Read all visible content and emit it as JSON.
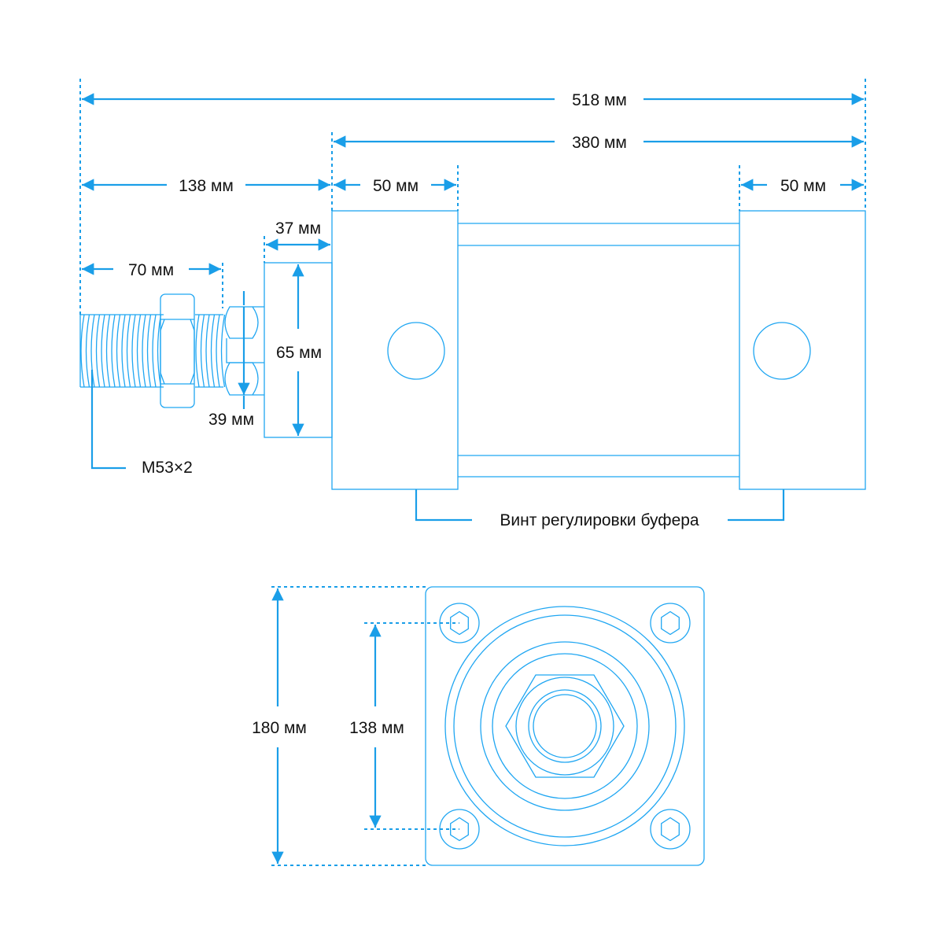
{
  "labels": {
    "overall_length": "518 мм",
    "body_length": "380 мм",
    "rod_extension": "138 мм",
    "front_cap": "50 мм",
    "rear_cap": "50 мм",
    "plate_width": "37 мм",
    "thread_length": "70 мм",
    "plate_height": "65 мм",
    "rod_diameter": "39 мм",
    "thread_spec": "M53×2",
    "buffer_screw": "Винт регулировки буфера",
    "flange_size": "180 мм",
    "bolt_spacing": "138 мм"
  },
  "colors": {
    "line": "#1fa6f2",
    "dimension": "#1a9ee8",
    "text": "#111111"
  }
}
